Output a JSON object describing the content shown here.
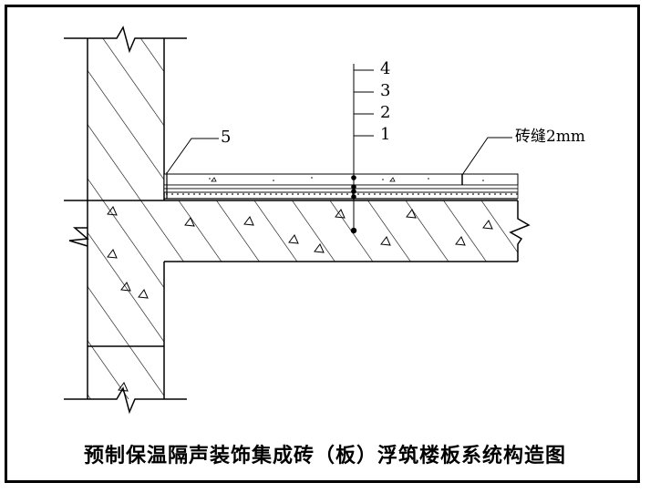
{
  "title": "预制保温隔声装饰集成砖（板）浮筑楼板系统构造图",
  "layer_labels": [
    "4",
    "3",
    "2",
    "1"
  ],
  "wall_marker_label": "5",
  "joint_label": "砖缝2mm"
}
